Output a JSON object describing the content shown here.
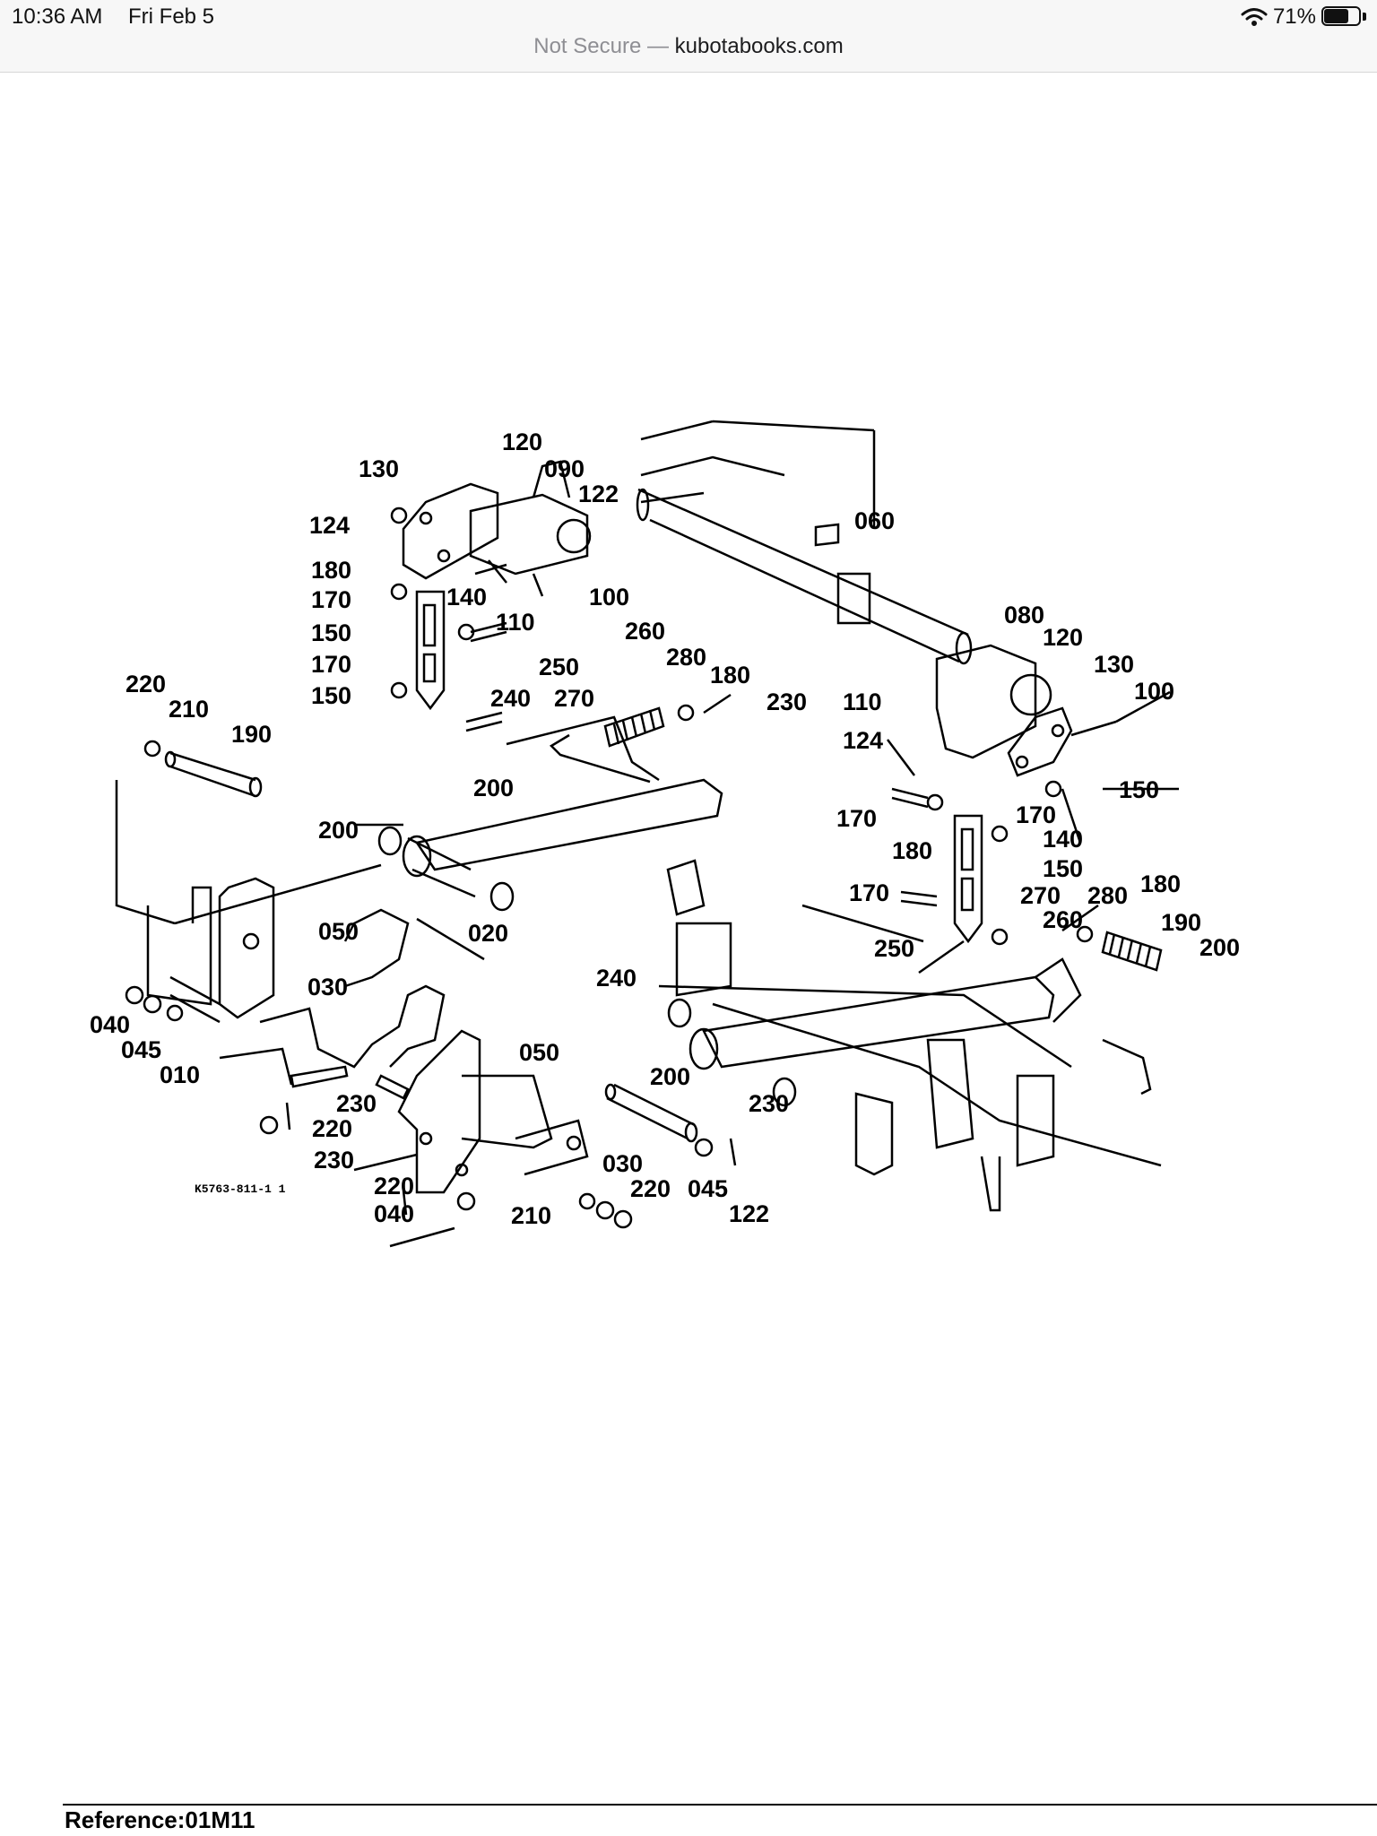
{
  "status_bar": {
    "time": "10:36 AM",
    "date": "Fri Feb 5",
    "battery_percent_label": "71%",
    "battery_level": 0.71,
    "icons": [
      "wifi-icon",
      "battery-icon"
    ]
  },
  "browser": {
    "security_label": "Not Secure",
    "separator": "—",
    "domain": "kubotabooks.com"
  },
  "diagram": {
    "figure_code": "K5763-811-1 1",
    "callouts": [
      "120",
      "130",
      "090",
      "122",
      "124",
      "060",
      "180",
      "170",
      "100",
      "140",
      "150",
      "110",
      "250",
      "260",
      "280",
      "180",
      "170",
      "150",
      "240",
      "270",
      "230",
      "220",
      "210",
      "190",
      "200",
      "200",
      "020",
      "050",
      "030",
      "040",
      "045",
      "010",
      "050",
      "230",
      "220",
      "230",
      "220",
      "040",
      "030",
      "220",
      "045",
      "210",
      "200",
      "230",
      "122",
      "080",
      "120",
      "130",
      "100",
      "110",
      "124",
      "150",
      "170",
      "170",
      "180",
      "140",
      "150",
      "170",
      "270",
      "280",
      "180",
      "260",
      "190",
      "250",
      "200",
      "240"
    ]
  },
  "footer": {
    "reference": "Reference:01M11"
  }
}
